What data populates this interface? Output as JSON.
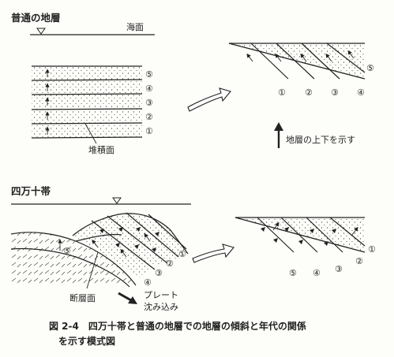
{
  "top_section": {
    "title": "普通の地層",
    "sea_surface_label": "海面",
    "bedding_plane_label": "堆積面",
    "layer_numbers": [
      "⑤",
      "④",
      "③",
      "②",
      "①"
    ],
    "tilted_layer_numbers_bottom": [
      "①",
      "②",
      "③",
      "④"
    ],
    "tilted_layer_number_side": "⑤",
    "up_direction_label": "地層の上下を示す"
  },
  "bottom_section": {
    "title": "四万十帯",
    "fault_plane_label": "断層面",
    "plate_subduction_label_line1": "プレート",
    "plate_subduction_label_line2": "沈み込み",
    "slab_number": "⑤",
    "stacked_numbers": [
      "④",
      "③",
      "②",
      "①"
    ],
    "tilted_numbers_bottom": [
      "⑤",
      "④",
      "③"
    ],
    "tilted_numbers_side": [
      "②",
      "①"
    ]
  },
  "caption": {
    "line1": "図 2-4　四万十帯と普通の地層での地層の傾斜と年代の関係",
    "line2": "を示す模式図"
  }
}
